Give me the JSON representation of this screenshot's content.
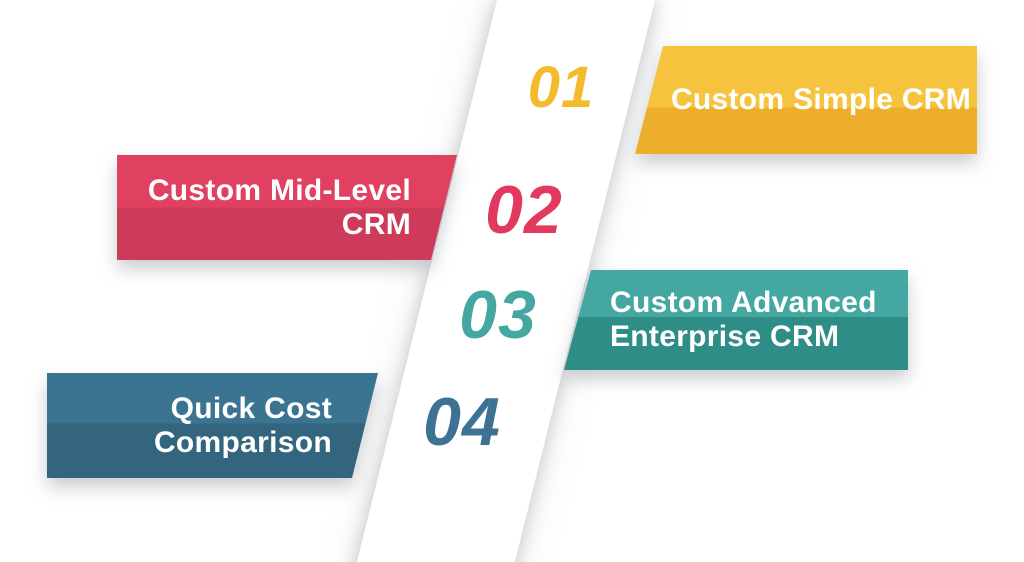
{
  "background_color": "#FFFFFF",
  "band_color": "#FFFFFF",
  "items": [
    {
      "number": "01",
      "label": "Custom Simple CRM",
      "side": "right",
      "color_top": "#F6C33E",
      "color_bottom": "#EDAF2B",
      "number_color": "#F3BA2D"
    },
    {
      "number": "02",
      "label": "Custom Mid-Level\nCRM",
      "side": "left",
      "color_top": "#E04161",
      "color_bottom": "#CE3A59",
      "number_color": "#E23A5E"
    },
    {
      "number": "03",
      "label": "Custom Advanced\nEnterprise CRM",
      "side": "right",
      "color_top": "#45A7A1",
      "color_bottom": "#2F8D88",
      "number_color": "#45A7A1"
    },
    {
      "number": "04",
      "label": "Quick Cost\nComparison",
      "side": "left",
      "color_top": "#3A7490",
      "color_bottom": "#33657E",
      "number_color": "#3E7294"
    }
  ]
}
